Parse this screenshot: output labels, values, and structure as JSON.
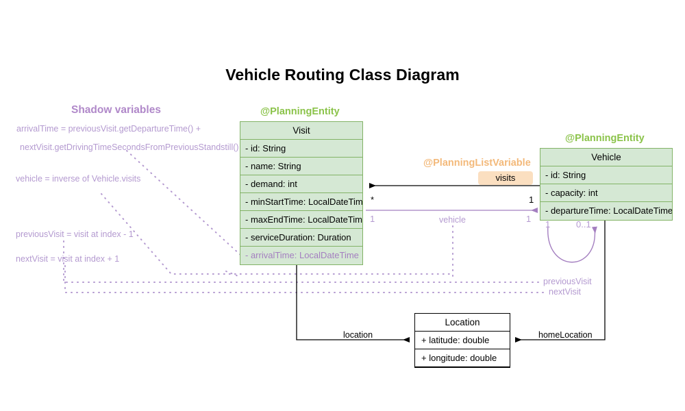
{
  "title": "Vehicle Routing Class Diagram",
  "colors": {
    "class_fill": "#d5e8d4",
    "class_border": "#82b366",
    "stereotype_green": "#8bc34a",
    "stereotype_orange": "#f3b97a",
    "shadow_purple": "#b088c9",
    "shadow_text": "#b49ad0",
    "badge_fill": "#fbdfc0",
    "plain_border": "#000000"
  },
  "shadow_panel": {
    "heading": "Shadow variables",
    "notes": [
      "arrivalTime = previousVisit.getDepartureTime() +",
      "nextVisit.getDrivingTimeSecondsFromPreviousStandstill()",
      "vehicle = inverse of Vehicle.visits",
      "previousVisit = visit at index - 1",
      "nextVisit = visit at index + 1"
    ]
  },
  "classes": {
    "visit": {
      "stereotype": "@PlanningEntity",
      "name": "Visit",
      "fields": [
        "- id: String",
        "- name: String",
        "- demand: int",
        "- minStartTime: LocalDateTime",
        "- maxEndTime: LocalDateTime",
        "- serviceDuration: Duration",
        "- arrivalTime: LocalDateTime"
      ]
    },
    "vehicle": {
      "stereotype": "@PlanningEntity",
      "name": "Vehicle",
      "fields": [
        "- id: String",
        "- capacity: int",
        "- departureTime: LocalDateTime"
      ]
    },
    "location": {
      "name": "Location",
      "fields": [
        "+ latitude: double",
        "+ longitude: double"
      ]
    }
  },
  "associations": {
    "visits": {
      "stereotype": "@PlanningListVariable",
      "label": "visits",
      "source_mult": "1",
      "target_mult": "*"
    },
    "vehicle": {
      "label": "vehicle",
      "source_mult": "1",
      "target_mult": "1"
    },
    "previous_visit": {
      "label": "previousVisit",
      "source_mult": "1",
      "target_mult": "0..1"
    },
    "next_visit": {
      "label": "nextVisit"
    },
    "location": {
      "label": "location"
    },
    "home_location": {
      "label": "homeLocation"
    }
  }
}
